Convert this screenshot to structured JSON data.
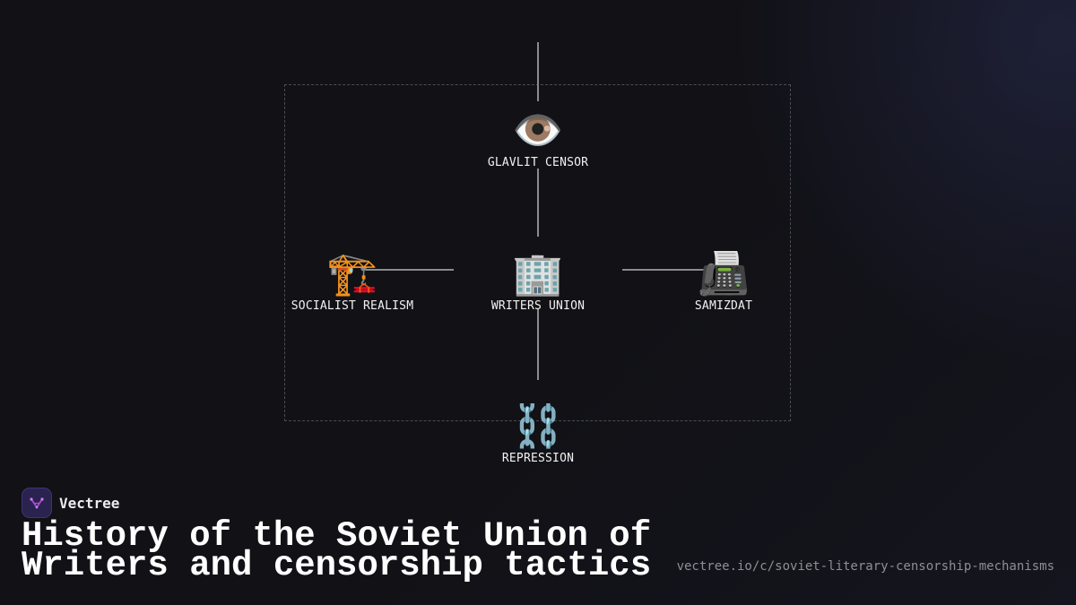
{
  "diagram": {
    "nodes": {
      "top": {
        "icon": "👁️",
        "icon_name": "eye-icon",
        "label": "GLAVLIT CENSOR"
      },
      "left": {
        "icon": "🏗️",
        "icon_name": "construction-crane-icon",
        "label": "SOCIALIST REALISM"
      },
      "center": {
        "icon": "🏢",
        "icon_name": "office-building-icon",
        "label": "WRITERS UNION"
      },
      "right": {
        "icon": "📠",
        "icon_name": "fax-machine-icon",
        "label": "SAMIZDAT"
      },
      "bottom": {
        "icon": "⛓️",
        "icon_name": "chains-icon",
        "label": "REPRESSION"
      }
    }
  },
  "brand": {
    "name": "Vectree",
    "logo_icon": "vectree-logo-icon"
  },
  "footer": {
    "title": "History of the Soviet Union of Writers and censorship tactics",
    "url": "vectree.io/c/soviet-literary-censorship-mechanisms"
  },
  "colors": {
    "background": "#111116",
    "connector": "#8a8a90",
    "frame_border": "#4c4c55",
    "logo_bg": "#2a2350",
    "logo_accent": "#b04fd8"
  }
}
